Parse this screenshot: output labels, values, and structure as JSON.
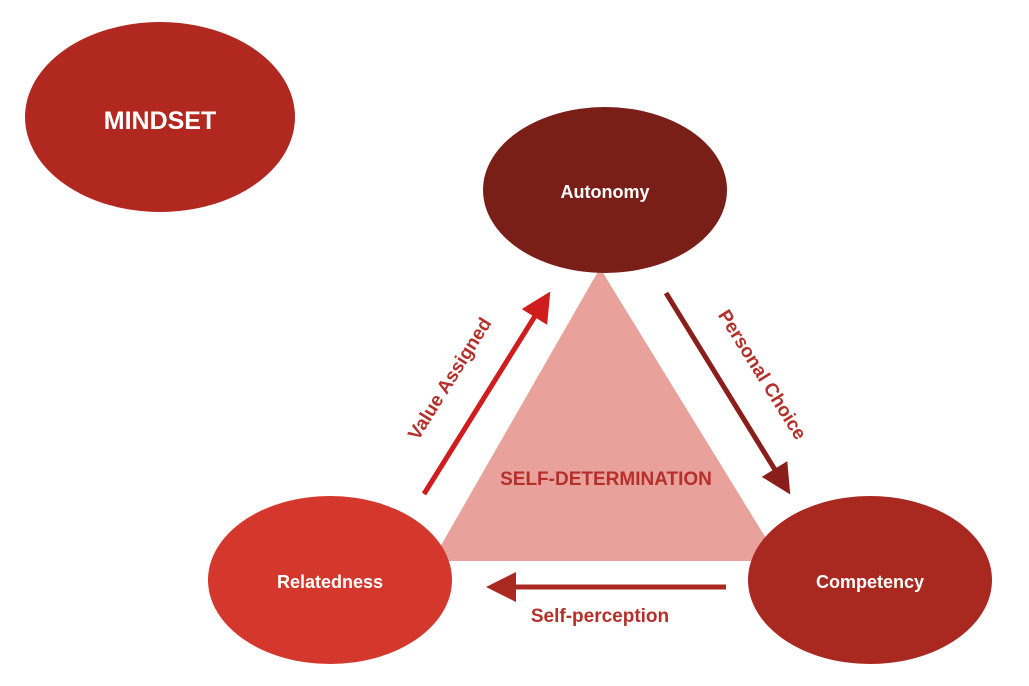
{
  "title": "MINDSET",
  "center_label": "SELF-DETERMINATION",
  "nodes": {
    "autonomy": "Autonomy",
    "relatedness": "Relatedness",
    "competency": "Competency"
  },
  "arrows": {
    "value_assigned": "Value Assigned",
    "personal_choice": "Personal Choice",
    "self_perception": "Self-perception"
  },
  "colors": {
    "mindset": "#b0281f",
    "autonomy": "#7a1e18",
    "relatedness": "#d4382c",
    "competency": "#a92820",
    "triangle": "#e8a19b",
    "arrow_red": "#d01c1c",
    "arrow_dark": "#8a1e1a",
    "arrow_text": "#b5302a"
  }
}
